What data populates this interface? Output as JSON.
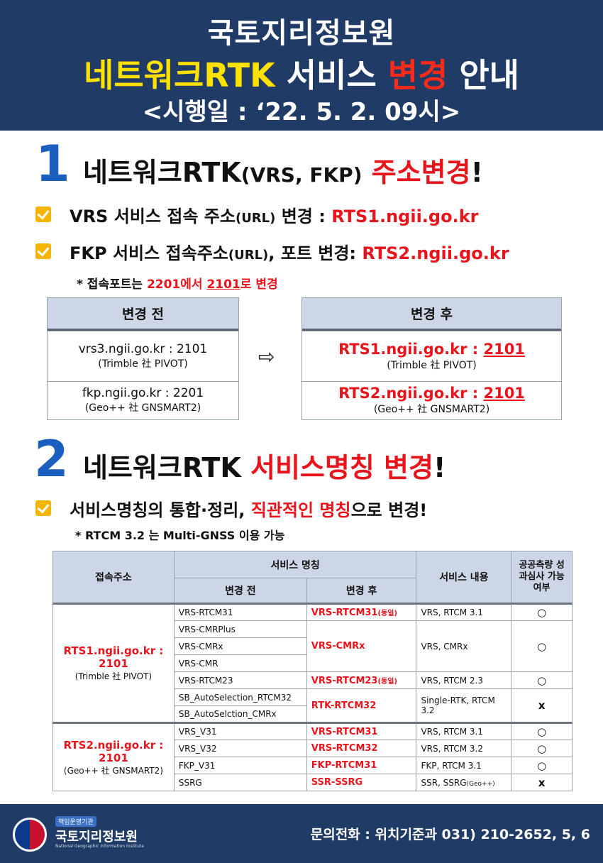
{
  "header": {
    "line1": "국토지리정보원",
    "line2_a": "네트워크RTK",
    "line2_b": " 서비스 ",
    "line2_c": "변경",
    "line2_d": " 안내",
    "line3": "<시행일 : ‘22. 5. 2. 09시>"
  },
  "section1": {
    "number": "1",
    "title_a": "네트워크RTK",
    "title_b": "(VRS, FKP)",
    "title_c": " 주소변경",
    "title_d": "!",
    "bullet1_a": "VRS 서비스 접속 주소",
    "bullet1_b": "(URL)",
    "bullet1_c": " 변경 : ",
    "bullet1_d": "RTS1.ngii.go.kr",
    "bullet2_a": "FKP 서비스 접속주소",
    "bullet2_b": "(URL)",
    "bullet2_c": ", 포트 변경: ",
    "bullet2_d": "RTS2.ngii.go.kr",
    "note_a": "* 접속포트는 ",
    "note_b": "2201에서 ",
    "note_c": "2101",
    "note_d": "로 변경",
    "before": {
      "head": "변경 전",
      "row1_main": "vrs3.ngii.go.kr : 2101",
      "row1_sub": "(Trimble 社 PIVOT)",
      "row2_main": "fkp.ngii.go.kr : 2201",
      "row2_sub": "(Geo++ 社 GNSMART2)"
    },
    "arrow": "⇨",
    "after": {
      "head": "변경 후",
      "row1_host": "RTS1.ngii.go.kr : ",
      "row1_port": "2101",
      "row1_sub": "(Trimble 社 PIVOT)",
      "row2_host": "RTS2.ngii.go.kr : ",
      "row2_port": "2101",
      "row2_sub": "(Geo++ 社 GNSMART2)"
    }
  },
  "section2": {
    "number": "2",
    "title_a": "네트워크RTK ",
    "title_b": "서비스명칭 변경",
    "title_c": "!",
    "bullet_a": "서비스명칭의 통합·정리, ",
    "bullet_b": "직관적인 명칭",
    "bullet_c": "으로 변경!",
    "note": "* RTCM 3.2 는 Multi-GNSS 이용 가능",
    "table": {
      "h_addr": "접속주소",
      "h_name": "서비스 명칭",
      "h_before": "변경 전",
      "h_after": "변경 후",
      "h_content": "서비스 내용",
      "h_survey": "공공측량 성과심사 가능여부",
      "group1_addr": "RTS1.ngii.go.kr : 2101",
      "group1_sub": "(Trimble 社 PIVOT)",
      "group2_addr": "RTS2.ngii.go.kr : 2101",
      "group2_sub": "(Geo++ 社 GNSMART2)",
      "r1": {
        "before": "VRS-RTCM31",
        "after": "VRS-RTCM31",
        "after_tag": "(동일)",
        "content": "VRS, RTCM 3.1",
        "ok": "○"
      },
      "r2_before": "VRS-CMRPlus",
      "r3_before": "VRS-CMRx",
      "r4_before": "VRS-CMR",
      "r234_after": "VRS-CMRx",
      "r234_content": "VRS, CMRx",
      "r234_ok": "○",
      "r5": {
        "before": "VRS-RTCM23",
        "after": "VRS-RTCM23",
        "after_tag": "(동일)",
        "content": "VRS, RTCM 2.3",
        "ok": "○"
      },
      "r6_before": "SB_AutoSelection_RTCM32",
      "r7_before": "SB_AutoSelction_CMRx",
      "r67_after": "RTK-RTCM32",
      "r67_content": "Single-RTK, RTCM 3.2",
      "r67_ok": "x",
      "r8": {
        "before": "VRS_V31",
        "after": "VRS-RTCM31",
        "content": "VRS, RTCM 3.1",
        "ok": "○"
      },
      "r9": {
        "before": "VRS_V32",
        "after": "VRS-RTCM32",
        "content": "VRS, RTCM 3.2",
        "ok": "○"
      },
      "r10": {
        "before": "FKP_V31",
        "after": "FKP-RTCM31",
        "content": "FKP, RTCM 3.1",
        "ok": "○"
      },
      "r11": {
        "before": "SSRG",
        "after": "SSR-SSRG",
        "content": "SSR, SSRG",
        "content_tag": "(Geo++)",
        "ok": "x"
      }
    }
  },
  "footer": {
    "badge": "책임운영기관",
    "org": "국토지리정보원",
    "org_en": "National Geographic Information Institute",
    "contact": "문의전화 : 위치기준과 031) 210-2652, 5, 6"
  },
  "colors": {
    "navy": "#1f3b66",
    "yellow": "#ffe100",
    "red": "#e8141c",
    "blue": "#1a5fbf",
    "check": "#f5b400"
  }
}
